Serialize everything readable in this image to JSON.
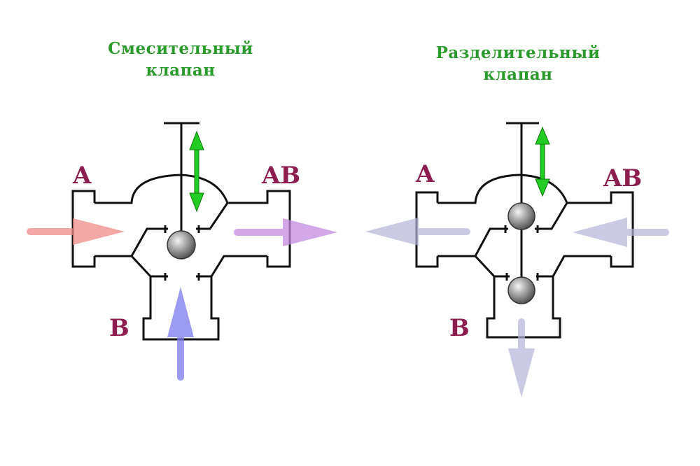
{
  "left_valve": {
    "title_line1": "Смесительный",
    "title_line2": "клапан",
    "port_a": "A",
    "port_ab": "AB",
    "port_b": "B"
  },
  "right_valve": {
    "title_line1": "Разделительный",
    "title_line2": "клапан",
    "port_a": "A",
    "port_ab": "AB",
    "port_b": "B"
  },
  "colors": {
    "title": "#2a9a2a",
    "port_label": "#8b1d4f",
    "body_line": "#111111",
    "stem_arrow": "#22cc22",
    "flow_a_in": "#f08a8a",
    "flow_b_in": "#7a7af0",
    "flow_ab_out": "#c28ae0",
    "flow_out_faded": "#b4b4d6"
  }
}
